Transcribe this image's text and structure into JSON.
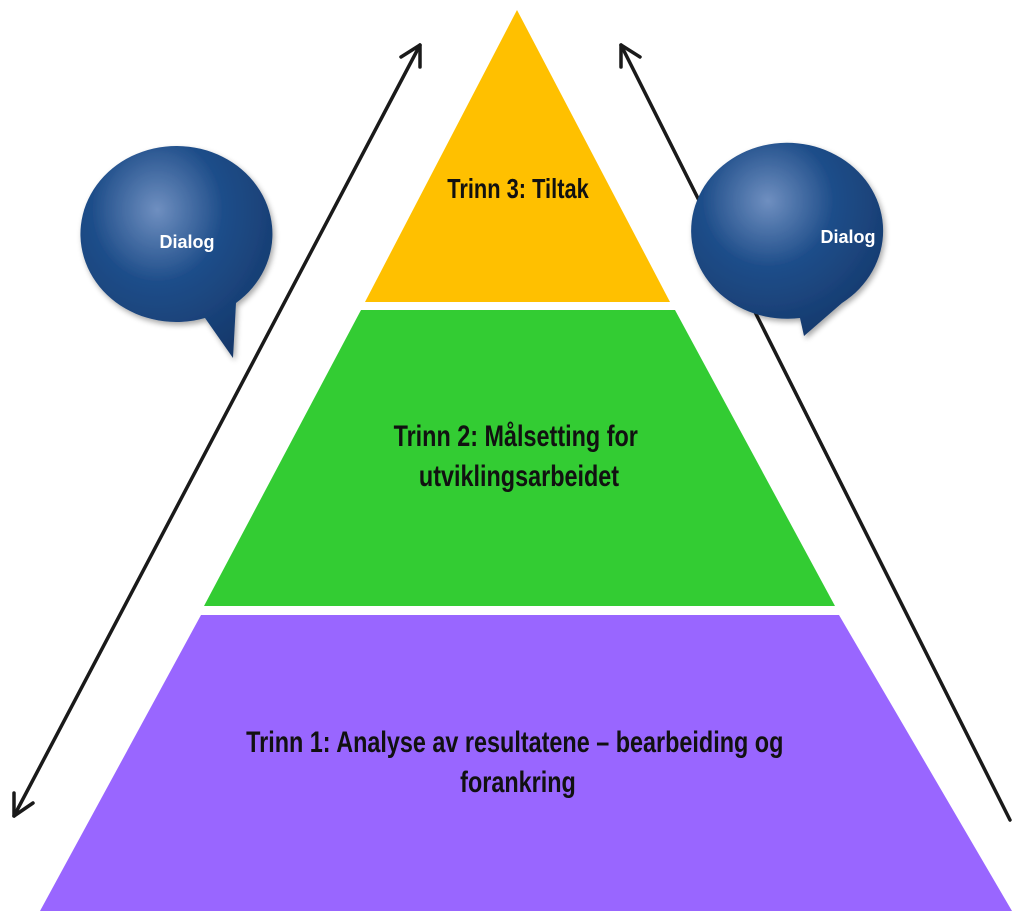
{
  "diagram": {
    "tiers": [
      {
        "id": "tier-3",
        "lines": [
          "Trinn 3: Tiltak"
        ],
        "color": "#FFC000"
      },
      {
        "id": "tier-2",
        "lines": [
          "Trinn 2: Målsetting for",
          "utviklingsarbeidet"
        ],
        "color": "#33CC33"
      },
      {
        "id": "tier-1",
        "lines": [
          "Trinn 1: Analyse av resultatene – bearbeiding og",
          "forankring"
        ],
        "color": "#9966FF"
      }
    ],
    "bubbles": [
      {
        "id": "left",
        "label": "Dialog"
      },
      {
        "id": "right",
        "label": "Dialog"
      }
    ],
    "bubble_color": "#1F4E8A",
    "arrow_color": "#1a1a1a"
  }
}
